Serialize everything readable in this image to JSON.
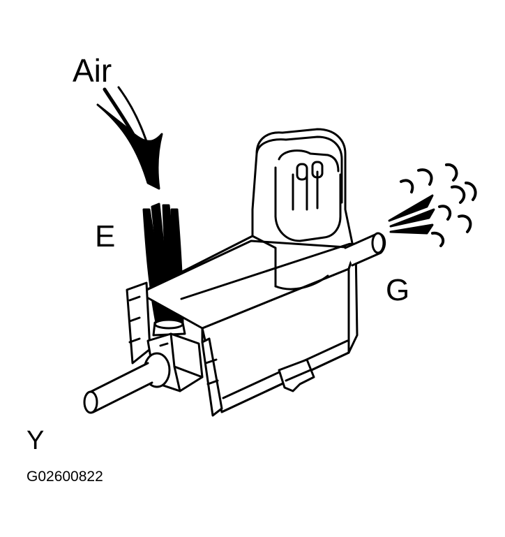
{
  "labels": {
    "air": "Air",
    "port_e": "E",
    "port_g": "G",
    "port_y": "Y",
    "figure_code": "G02600822"
  },
  "colors": {
    "ink": "#000000",
    "paper": "#ffffff"
  },
  "icons": {
    "air_arrow": "curved-arrow-icon",
    "air_outflow": "air-puff-icon"
  }
}
